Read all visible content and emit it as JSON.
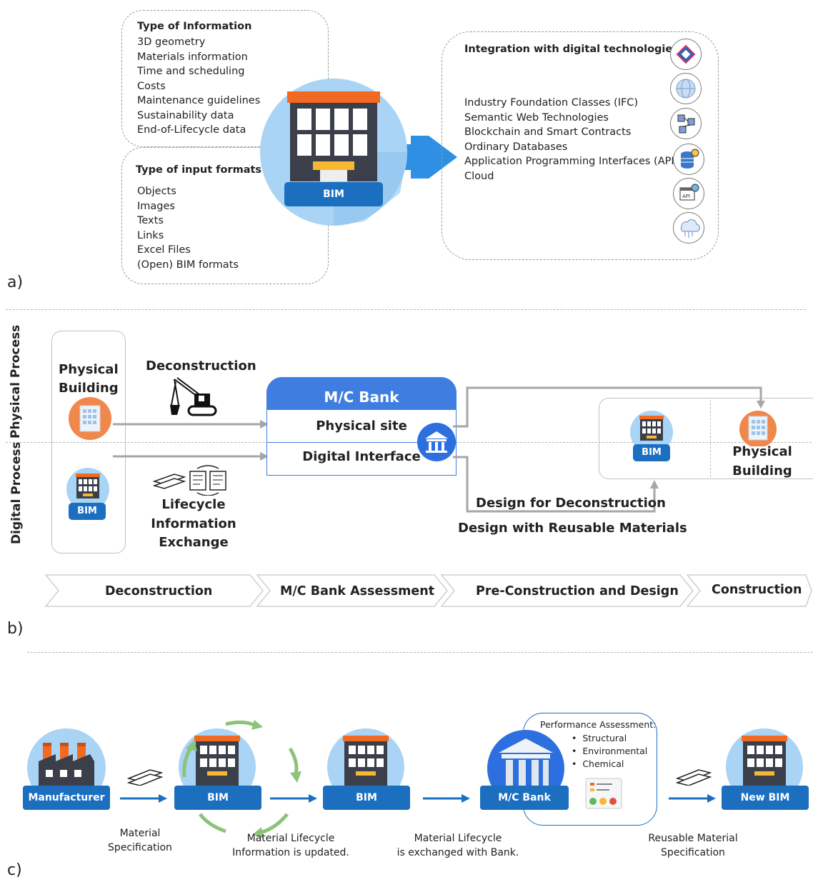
{
  "panel_a": {
    "label": "a)",
    "info_title": "Type of Information",
    "info_items": [
      "3D geometry",
      "Materials information",
      "Time and scheduling",
      "Costs",
      "Maintenance guidelines",
      "Sustainability data",
      "End-of-Lifecycle data"
    ],
    "formats_title": "Type of input formats",
    "format_items": [
      "Objects",
      "Images",
      "Texts",
      "Links",
      "Excel Files",
      "(Open) BIM formats"
    ],
    "bim_label": "BIM",
    "integration_title": "Integration with digital technologies",
    "integration_items": [
      "Industry Foundation Classes (IFC)",
      "Semantic Web Technologies",
      "Blockchain and Smart Contracts",
      "Ordinary Databases",
      "Application Programming Interfaces (APIs)",
      "Cloud"
    ],
    "integration_icons": [
      "ifc-logo-icon",
      "web-globe-icon",
      "blockchain-icon",
      "database-gear-icon",
      "api-icon",
      "cloud-network-icon"
    ]
  },
  "panel_b": {
    "label": "b)",
    "physical_process": "Physical Process",
    "digital_process": "Digital Process",
    "physical_building_left": "Physical Building",
    "bim_left": "BIM",
    "deconstruction": "Deconstruction",
    "lifecycle_exchange": [
      "Lifecycle",
      "Information",
      "Exchange"
    ],
    "mc_bank_title": "M/C Bank",
    "physical_site": "Physical site",
    "digital_interface": "Digital Interface",
    "bim_right": "BIM",
    "physical_building_right": [
      "Physical",
      "Building"
    ],
    "design_for_deconstruction": "Design for Deconstruction",
    "design_reusable": "Design with Reusable Materials",
    "stages": [
      "Deconstruction",
      "M/C Bank Assessment",
      "Pre-Construction and Design",
      "Construction"
    ]
  },
  "panel_c": {
    "label": "c)",
    "nodes": [
      "Manufacturer",
      "BIM",
      "BIM",
      "M/C Bank",
      "New BIM"
    ],
    "step_texts": [
      [
        "Material",
        "Specification"
      ],
      [
        "Material Lifecycle",
        "Information is updated."
      ],
      [
        "Material Lifecycle",
        "is exchanged with Bank."
      ],
      [
        "Reusable Material",
        "Specification"
      ]
    ],
    "assessment_title": "Performance Assessment:",
    "assessment_items": [
      "Structural",
      "Environmental",
      "Chemical"
    ]
  },
  "colors": {
    "bim_blue": "#1c6fbf",
    "light_blue": "#a9d4f5",
    "orange": "#f26a21",
    "bank_blue": "#3f7ee0",
    "gray_arrow": "#a6a6a6",
    "cycle_green": "#8cc27a"
  }
}
